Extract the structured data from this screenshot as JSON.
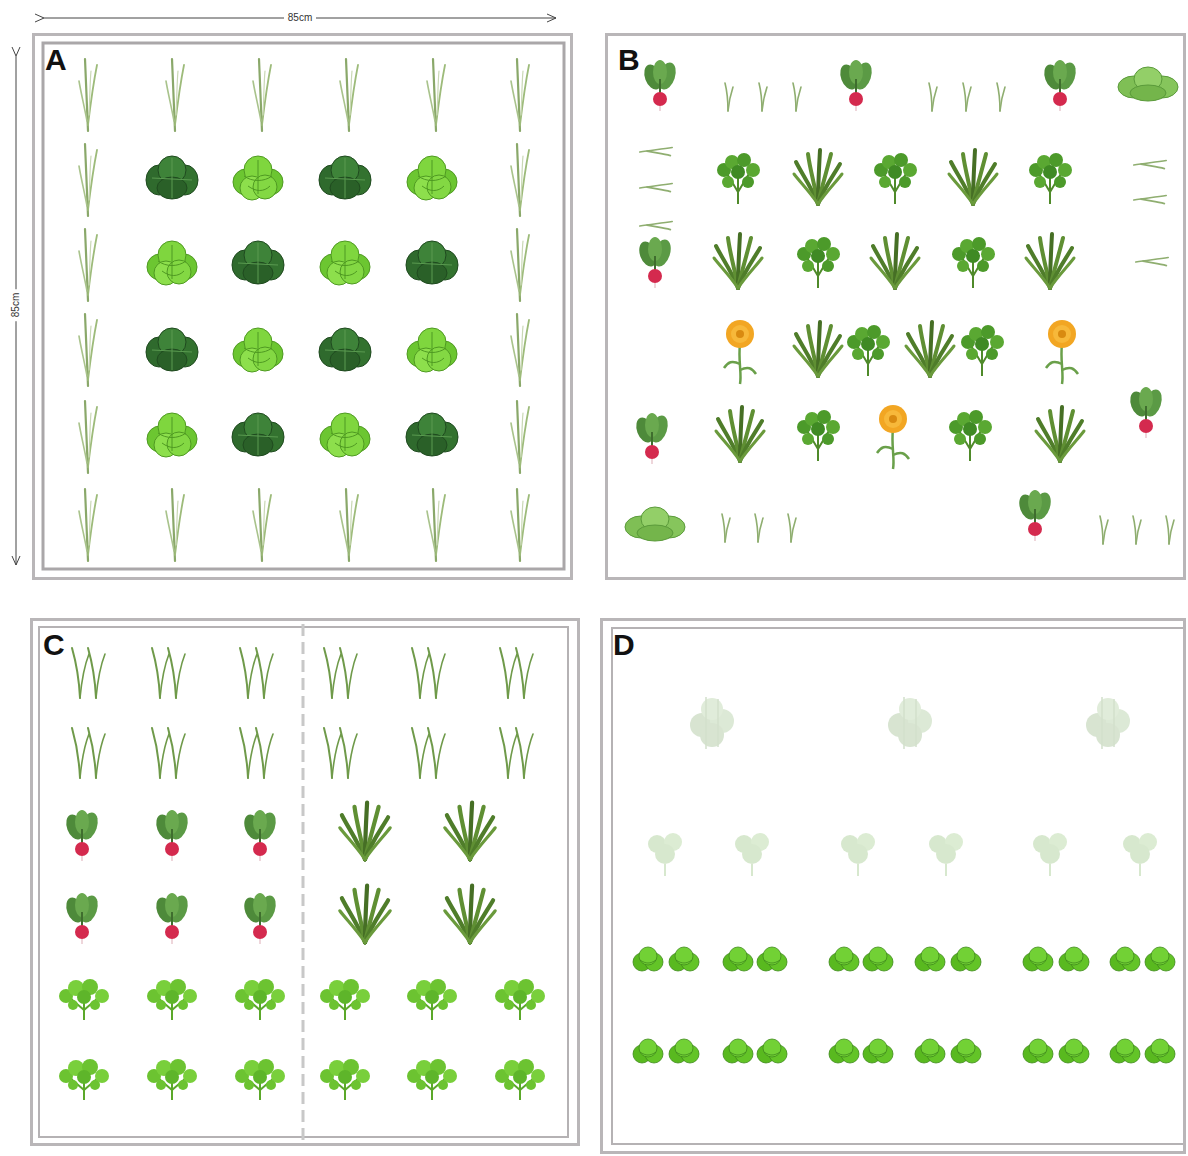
{
  "diagram": {
    "nodes": [
      {
        "text": [
          "A"
        ]
      },
      {
        "text": [
          "B"
        ]
      },
      {
        "text": [
          "C"
        ]
      },
      {
        "text": [
          "D"
        ]
      }
    ],
    "labels": [
      "85cm",
      "85cm"
    ]
  }
}
